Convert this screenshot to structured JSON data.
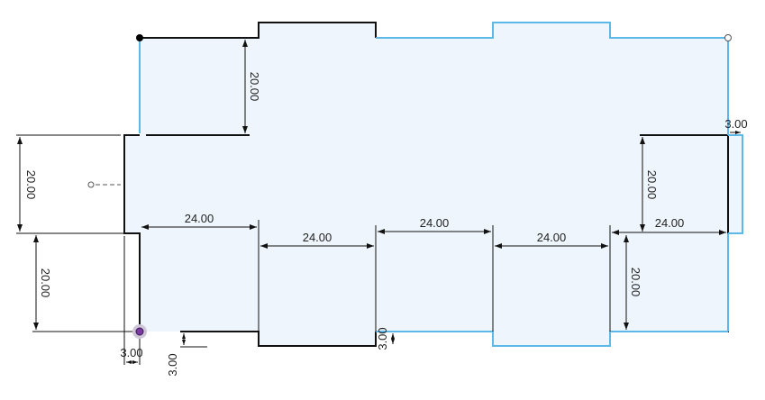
{
  "colors": {
    "background": "#ffffff",
    "profile_fill": "#eef5fc",
    "edge_black": "#111111",
    "edge_blue": "#5cb8e6",
    "dimension": "#111111",
    "point_fill": "#000000",
    "selected_point": "#7a3aa0"
  },
  "dimensions": [
    {
      "id": "dim-top-left-vertical",
      "label": "20.00"
    },
    {
      "id": "dim-left-upper-vertical",
      "label": "20.00"
    },
    {
      "id": "dim-left-lower-vertical",
      "label": "20.00"
    },
    {
      "id": "dim-right-upper-vertical",
      "label": "20.00"
    },
    {
      "id": "dim-right-lower-vertical",
      "label": "20.00"
    },
    {
      "id": "dim-width-1",
      "label": "24.00"
    },
    {
      "id": "dim-width-2",
      "label": "24.00"
    },
    {
      "id": "dim-width-3",
      "label": "24.00"
    },
    {
      "id": "dim-width-4",
      "label": "24.00"
    },
    {
      "id": "dim-width-5",
      "label": "24.00"
    },
    {
      "id": "dim-tab-top-right",
      "label": "3.00"
    },
    {
      "id": "dim-tab-bottom-left-h",
      "label": "3.00"
    },
    {
      "id": "dim-tab-bottom-left-v",
      "label": "3.00"
    },
    {
      "id": "dim-tab-bottom-middle",
      "label": "3.00"
    }
  ],
  "points": [
    {
      "id": "sketch-point-top-left",
      "kind": "filled"
    },
    {
      "id": "sketch-point-top-right",
      "kind": "hollow"
    },
    {
      "id": "sketch-point-origin-selected",
      "kind": "selected"
    },
    {
      "id": "sketch-point-left-constraint",
      "kind": "hollow"
    }
  ]
}
